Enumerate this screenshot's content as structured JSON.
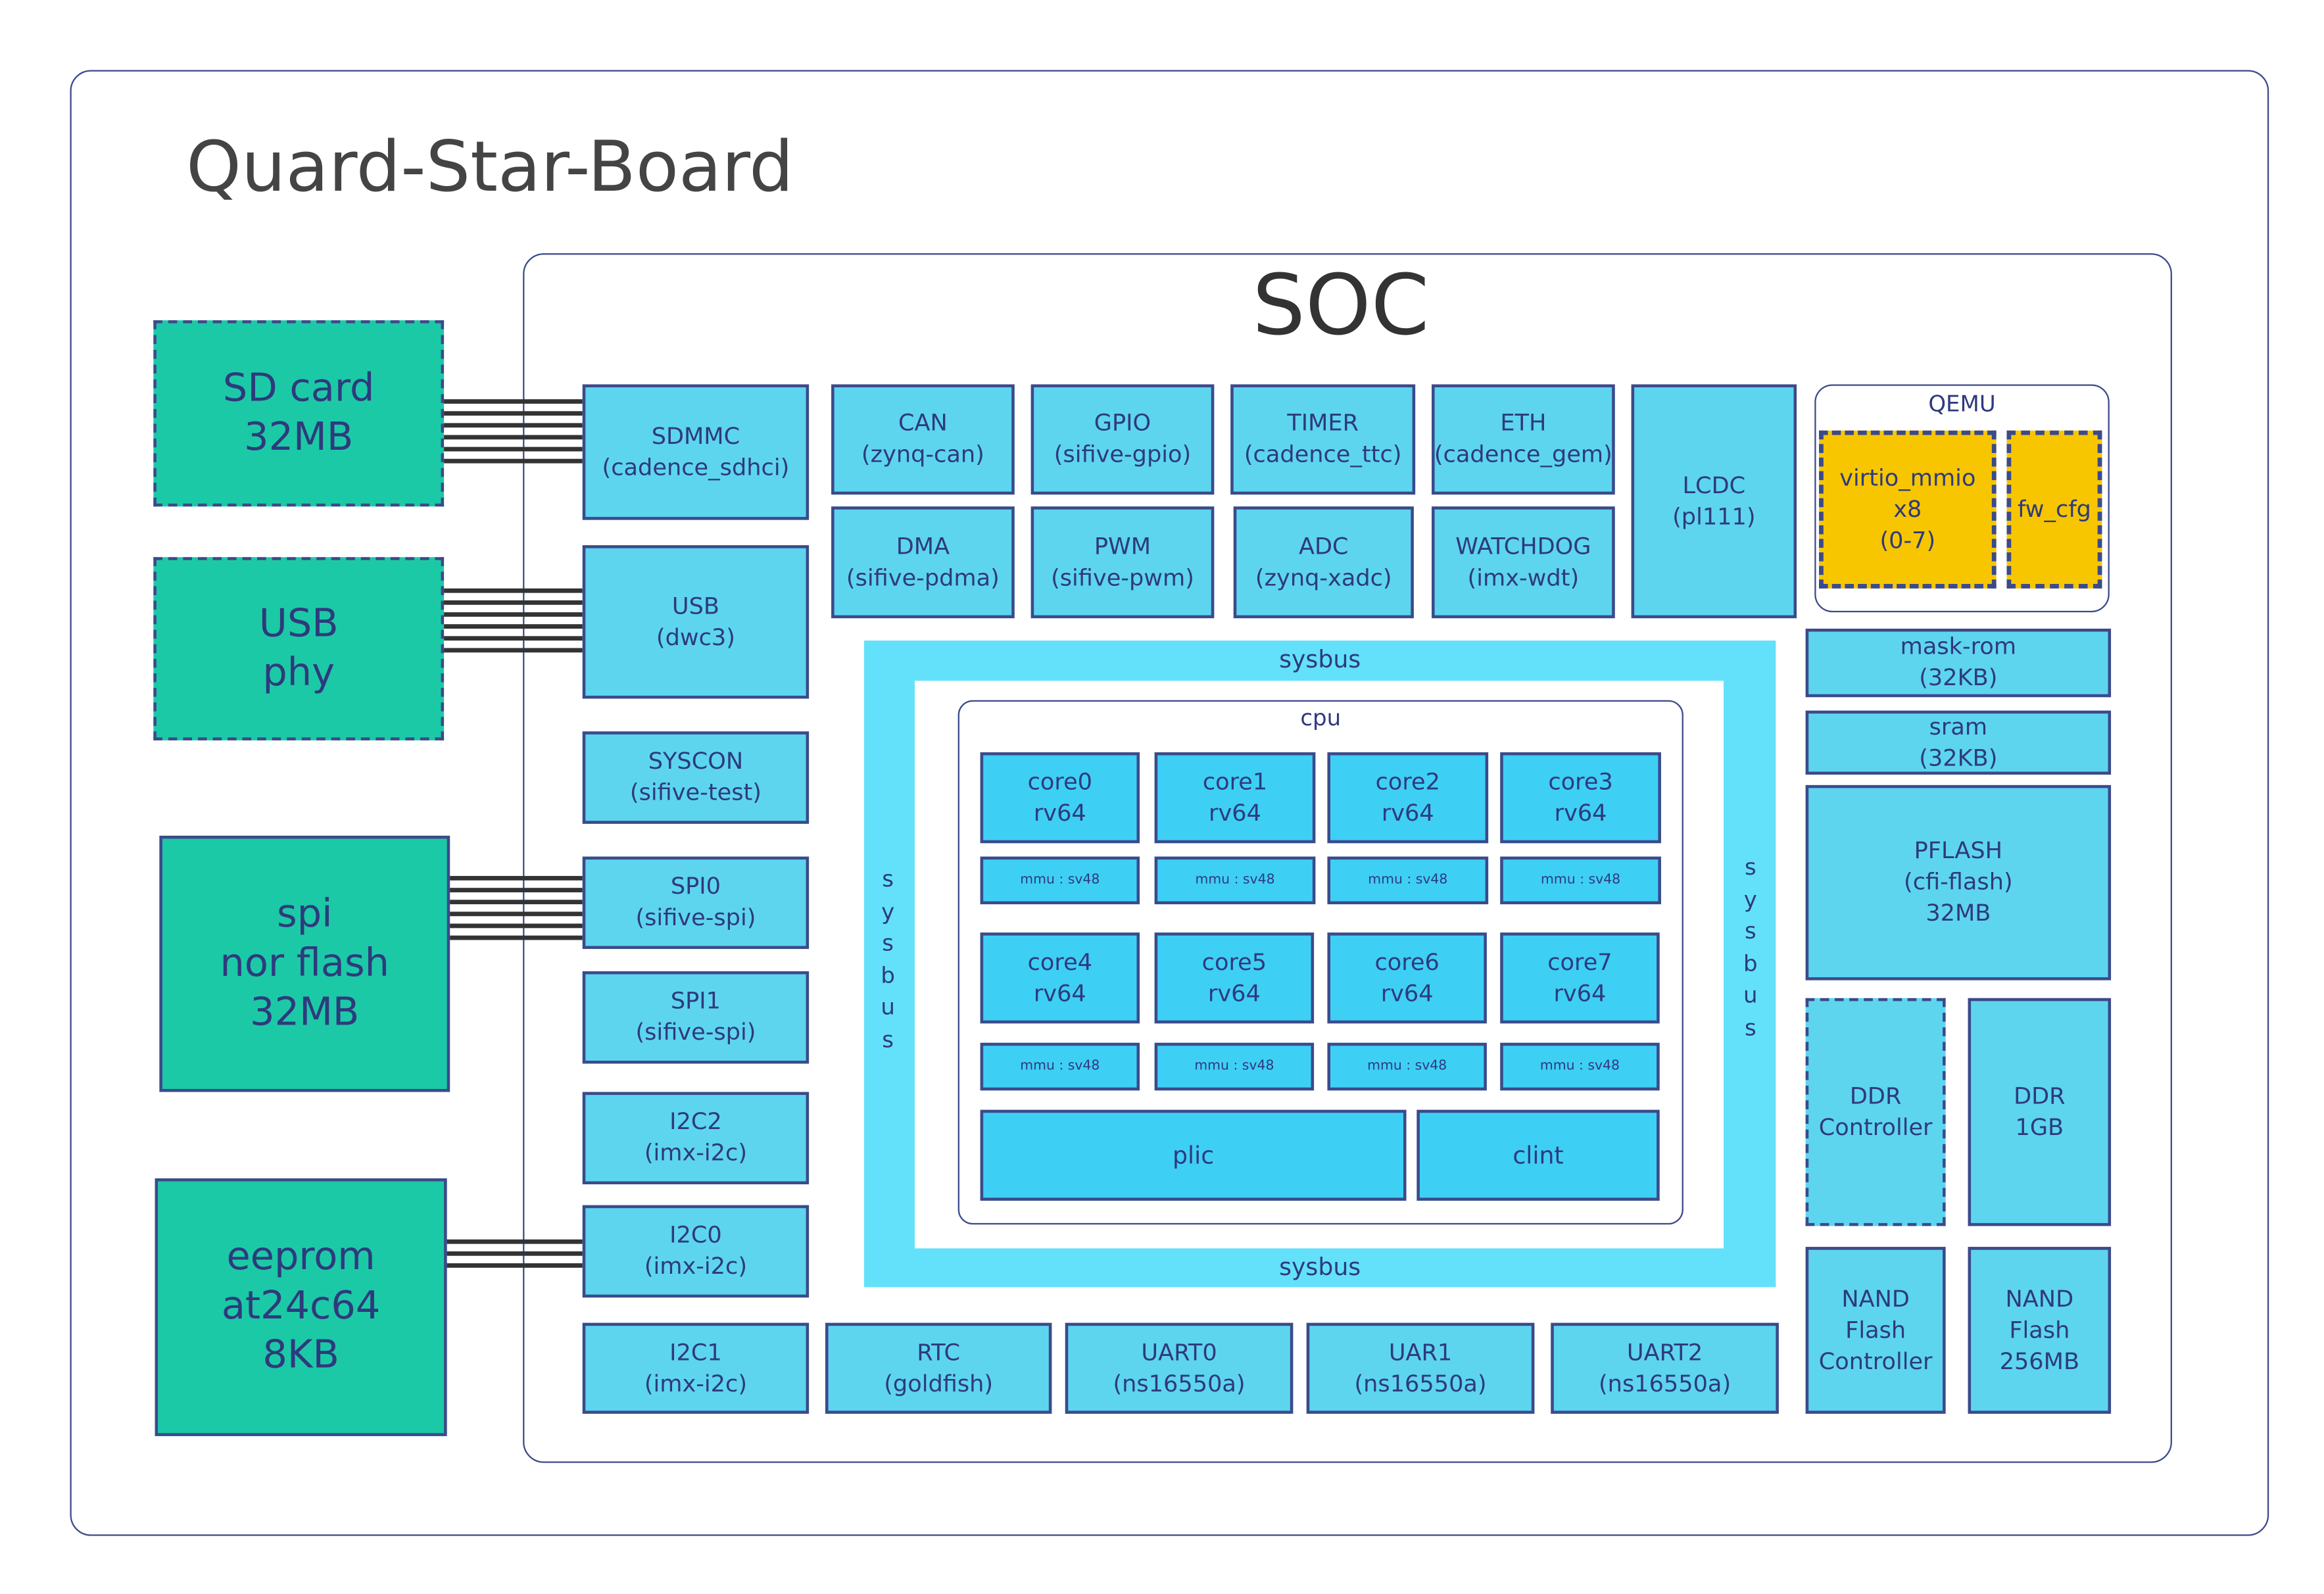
{
  "title": "Quard-Star-Board",
  "soc_label": "SOC",
  "external": {
    "sdcard": "SD card\n32MB",
    "usbphy": "USB\nphy",
    "norflash": "spi\nnor flash\n32MB",
    "eeprom": "eeprom\nat24c64\n8KB"
  },
  "left_col": {
    "sdmmc": "SDMMC\n(cadence_sdhci)",
    "usb": "USB\n(dwc3)",
    "syscon": "SYSCON\n(sifive-test)",
    "spi0": "SPI0\n(sifive-spi)",
    "spi1": "SPI1\n(sifive-spi)",
    "i2c2": "I2C2\n(imx-i2c)",
    "i2c0": "I2C0\n(imx-i2c)"
  },
  "top_grid": {
    "can": "CAN\n(zynq-can)",
    "gpio": "GPIO\n(sifive-gpio)",
    "timer": "TIMER\n(cadence_ttc)",
    "eth": "ETH\n(cadence_gem)",
    "dma": "DMA\n(sifive-pdma)",
    "pwm": "PWM\n(sifive-pwm)",
    "adc": "ADC\n(zynq-xadc)",
    "watchdog": "WATCHDOG\n(imx-wdt)",
    "lcdc": "LCDC\n(pl111)"
  },
  "bottom_row": {
    "i2c1": "I2C1\n(imx-i2c)",
    "rtc": "RTC\n(goldfish)",
    "uart0": "UART0\n(ns16550a)",
    "uart1": "UAR1\n(ns16550a)",
    "uart2": "UART2\n(ns16550a)"
  },
  "qemu": {
    "label": "QEMU",
    "virtio": "virtio_mmio\nx8\n(0-7)",
    "fwcfg": "fw_cfg"
  },
  "right_col": {
    "maskrom": "mask-rom\n(32KB)",
    "sram": "sram\n(32KB)",
    "pflash": "PFLASH\n(cfi-flash)\n32MB",
    "ddr_ctrl": "DDR\nController",
    "ddr": "DDR\n1GB",
    "nand_ctrl": "NAND\nFlash\nController",
    "nand": "NAND\nFlash\n256MB"
  },
  "sysbus": {
    "top": "sysbus",
    "bottom": "sysbus",
    "left": "s\ny\ns\nb\nu\ns",
    "right": "s\ny\ns\nb\nu\ns"
  },
  "cpu": {
    "label": "cpu",
    "cores": [
      "core0\nrv64",
      "core1\nrv64",
      "core2\nrv64",
      "core3\nrv64",
      "core4\nrv64",
      "core5\nrv64",
      "core6\nrv64",
      "core7\nrv64"
    ],
    "mmu": "mmu : sv48",
    "plic": "plic",
    "clint": "clint"
  },
  "colors": {
    "block": "#5dd5ef",
    "core": "#3ecff5",
    "sysbus": "#63e1fa",
    "external": "#1cc9a6",
    "qemu_device": "#f7c600",
    "border": "#3c4a8a"
  }
}
